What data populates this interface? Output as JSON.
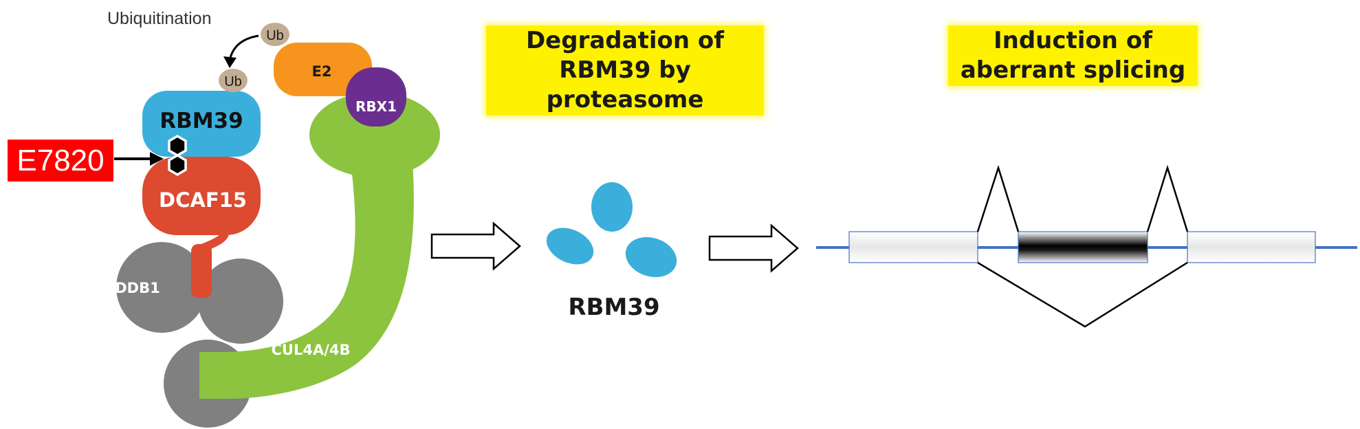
{
  "labels": {
    "ubiquitination": "Ubiquitination",
    "ub_top": "Ub",
    "ub_lower": "Ub",
    "e2": "E2",
    "rbx1": "RBX1",
    "rbm39_complex": "RBM39",
    "e7820": "E7820",
    "dcaf15": "DCAF15",
    "ddb1": "DDB1",
    "cul4": "CUL4A/4B",
    "rbm39_free": "RBM39"
  },
  "callouts": {
    "degradation": [
      "Degradation of",
      "RBM39 by",
      "proteasome"
    ],
    "splicing": [
      "Induction of",
      "aberrant splicing"
    ]
  },
  "colors": {
    "rbm39": "#3aafdb",
    "dcaf15": "#dc4a30",
    "ddb1": "#808080",
    "cul4": "#8cc43f",
    "e2": "#f7941d",
    "rbx1": "#6a2e8f",
    "ub": "#c2ad92",
    "e7820": "#ff0000",
    "highlight": "#fff200",
    "intron": "#4472c4"
  },
  "icons": {
    "compound": "hexagon-pair-icon",
    "arrow_1": "hollow-right-arrow-icon",
    "arrow_2": "hollow-right-arrow-icon"
  }
}
